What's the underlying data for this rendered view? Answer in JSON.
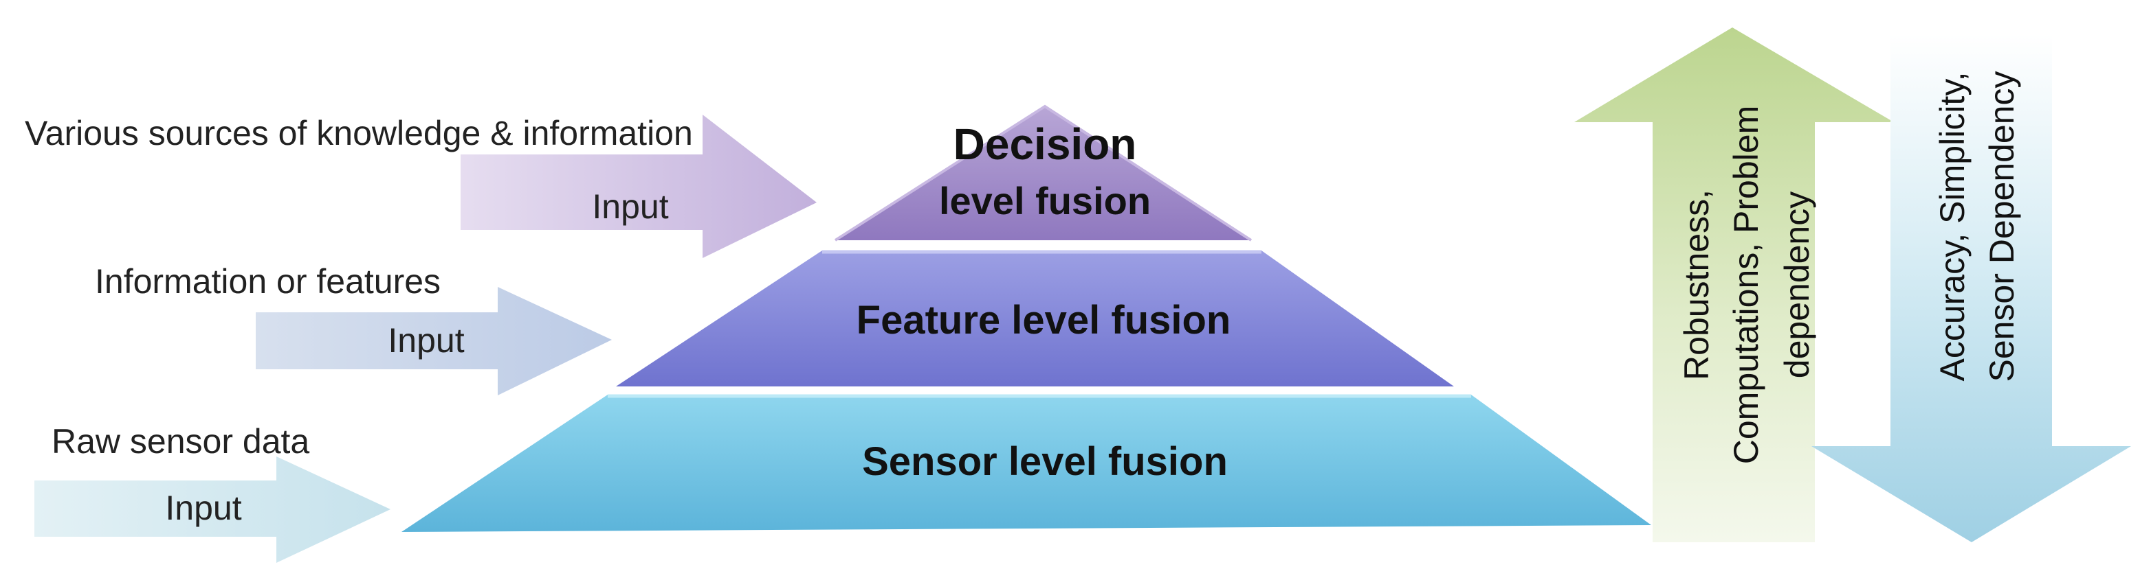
{
  "inputs": [
    {
      "source_label": "Various sources of knowledge & information",
      "arrow_label": "Input"
    },
    {
      "source_label": "Information or features",
      "arrow_label": "Input"
    },
    {
      "source_label": "Raw sensor data",
      "arrow_label": "Input"
    }
  ],
  "pyramid": {
    "top": {
      "line1": "Decision",
      "line2": "level fusion"
    },
    "middle": {
      "label": "Feature level fusion"
    },
    "bottom": {
      "label": "Sensor level fusion"
    }
  },
  "trends": {
    "up": {
      "lines": [
        "Robustness,",
        "Computations, Problem",
        "dependency"
      ]
    },
    "down": {
      "lines": [
        "Accuracy, Simplicity,",
        "Sensor Dependency"
      ]
    }
  },
  "colors": {
    "top_tier": "#9e87c2",
    "middle_tier": "#7d7fd6",
    "bottom_tier": "#72c3e4",
    "arrow_top": "#cfc0e0",
    "arrow_middle": "#c3d1e6",
    "arrow_bottom": "#cfe6ee",
    "up_arrow": "#c9dda6",
    "down_arrow": "#a7d3e6"
  }
}
